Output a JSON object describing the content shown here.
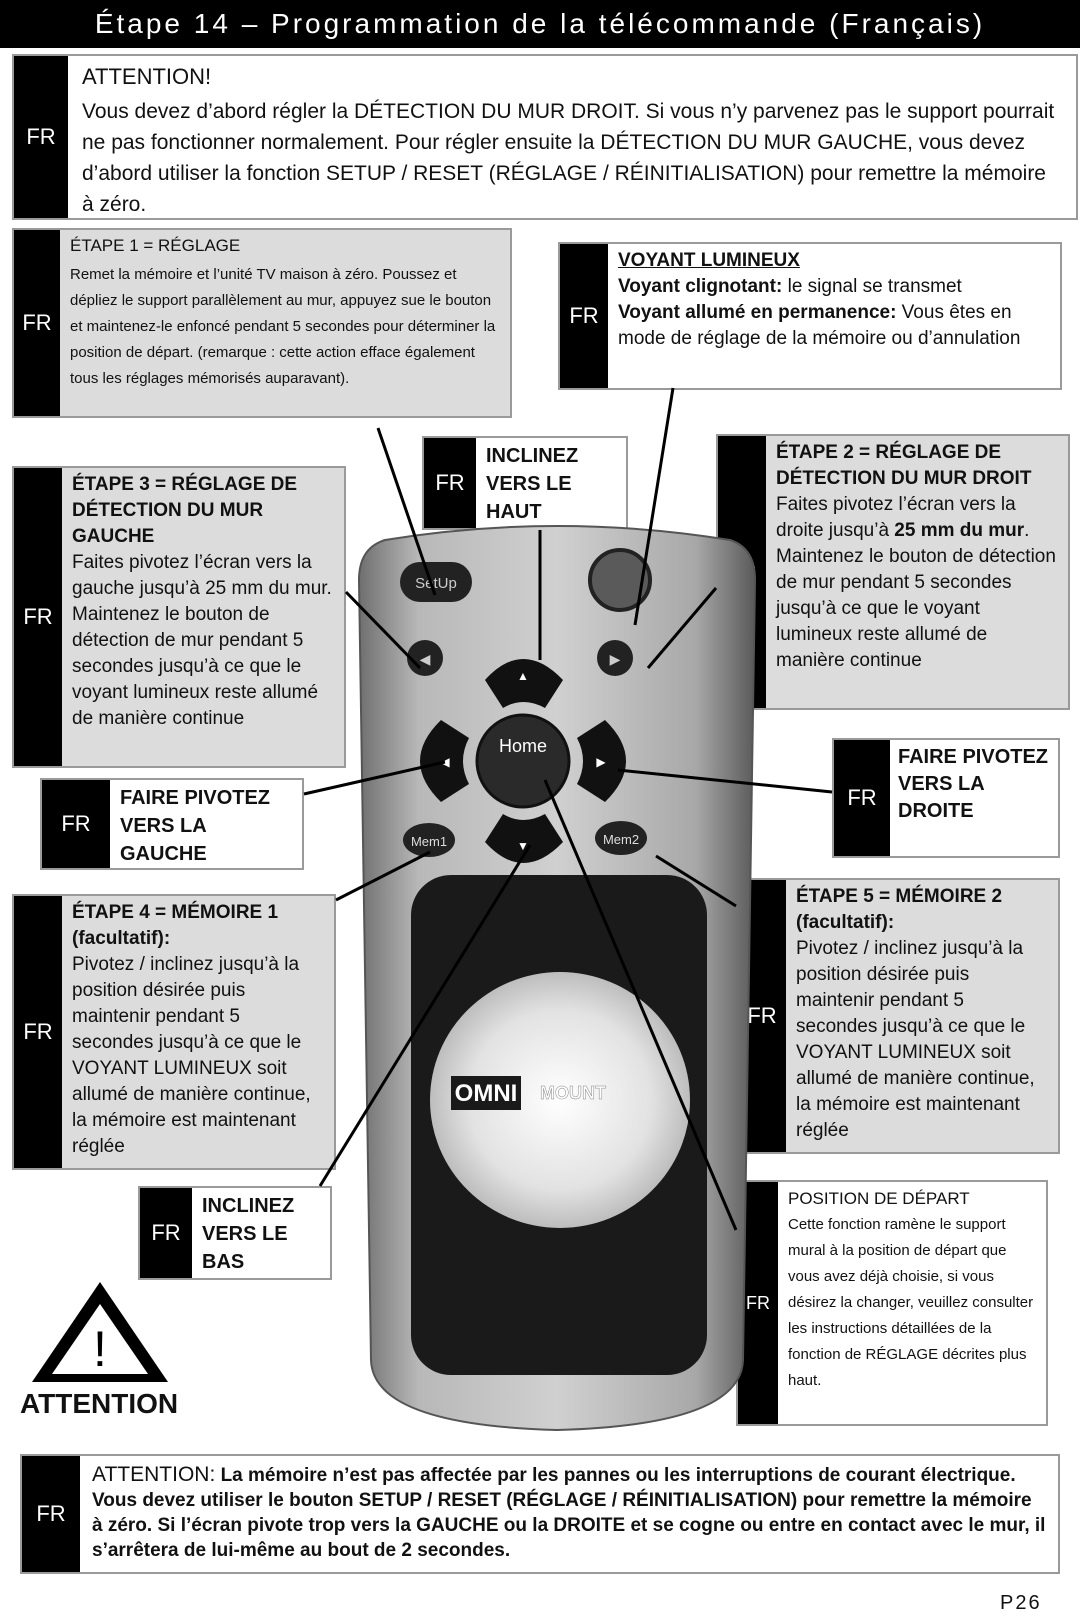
{
  "title": "Étape 14 – Programmation de la télécommande (Français)",
  "fr_label": "FR",
  "attention_top": {
    "heading": "ATTENTION!",
    "text": "Vous devez d’abord régler la DÉTECTION DU MUR DROIT. Si vous n’y parvenez pas le support pourrait ne pas fonctionner normalement. Pour régler ensuite la DÉTECTION DU MUR GAUCHE, vous devez d’abord utiliser la fonction SETUP / RESET (RÉGLAGE / RÉINITIALISATION) pour remettre la mémoire à zéro."
  },
  "step1": {
    "heading": "ÉTAPE 1 = RÉGLAGE",
    "text": "Remet la mémoire et l’unité TV maison à zéro. Poussez et dépliez le support parallèlement au mur, appuyez sue le bouton et maintenez-le enfoncé pendant 5 secondes pour déterminer la position de départ. (remarque : cette action efface également tous les réglages mémorisés auparavant)."
  },
  "voyant": {
    "heading": "VOYANT LUMINEUX",
    "line1_bold": "Voyant clignotant:",
    "line1_rest": " le signal se transmet",
    "line2_bold": "Voyant allumé en permanence:",
    "line2_rest": " Vous êtes en mode de réglage de la mémoire ou d’annulation"
  },
  "tilt_up": "INCLINEZ VERS LE HAUT",
  "step2": {
    "heading": "ÉTAPE 2 = RÉGLAGE DE DÉTECTION DU MUR DROIT",
    "text_a": "Faites pivotez l’écran vers la droite jusqu’à ",
    "text_bold": "25 mm du mur",
    "text_b": ". Maintenez le bouton de détection de mur pendant 5 secondes jusqu’à ce que le voyant lumineux reste allumé de manière continue"
  },
  "step3": {
    "heading": "ÉTAPE 3 = RÉGLAGE DE DÉTECTION DU MUR GAUCHE",
    "text": "Faites pivotez l’écran vers la gauche jusqu’à 25 mm du mur. Maintenez le bouton de détection de mur pendant 5 secondes jusqu’à ce que le voyant lumineux reste allumé de manière continue"
  },
  "rotate_left": "FAIRE PIVOTEZ VERS LA GAUCHE",
  "rotate_right": "FAIRE PIVOTEZ VERS LA DROITE",
  "step4": {
    "heading": "ÉTAPE 4 = MÉMOIRE 1 (facultatif):",
    "text": "Pivotez / inclinez jusqu’à la position désirée puis maintenir pendant 5 secondes jusqu’à ce que le VOYANT LUMINEUX soit allumé de manière continue, la mémoire est maintenant réglée"
  },
  "step5": {
    "heading": "ÉTAPE 5 = MÉMOIRE 2 (facultatif):",
    "text": "Pivotez / inclinez jusqu’à la position désirée puis maintenir pendant 5 secondes jusqu’à ce que le VOYANT LUMINEUX soit allumé de manière continue, la mémoire est maintenant réglée"
  },
  "tilt_down": "INCLINEZ VERS LE BAS",
  "home_position": {
    "heading": "POSITION DE DÉPART",
    "text": "Cette fonction ramène le support mural à la position de départ que vous avez déjà choisie, si vous désirez la changer, veuillez consulter les instructions détaillées de la fonction de RÉGLAGE décrites plus haut."
  },
  "warning": {
    "symbol": "!",
    "label": "ATTENTION"
  },
  "attention_bottom": {
    "lead": "ATTENTION:",
    "text": "La mémoire n’est pas affectée par les pannes ou les interruptions de courant électrique. Vous devez utiliser le bouton SETUP / RESET (RÉGLAGE / RÉINITIALISATION) pour remettre la mémoire à zéro. Si l’écran pivote trop vers la GAUCHE ou la DROITE et se cogne ou entre en contact avec le mur, il s’arrêtera de lui-même au bout de 2 secondes."
  },
  "remote": {
    "setup_label": "SetUp",
    "home_label": "Home",
    "mem1_label": "Mem1",
    "mem2_label": "Mem2",
    "brand_left": "OMNI",
    "brand_right": "MOUNT"
  },
  "page_number": "P26"
}
